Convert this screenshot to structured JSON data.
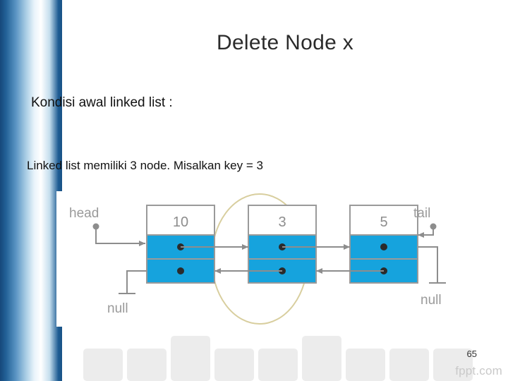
{
  "slide": {
    "title": "Delete Node x",
    "line1": "Kondisi awal linked list :",
    "line2": "Linked list memiliki 3 node. Misalkan key = 3",
    "page_number": "65",
    "watermark": "fppt.com"
  },
  "diagram": {
    "head_label": "head",
    "tail_label": "tail",
    "null_left_label": "null",
    "null_right_label": "null",
    "nodes": [
      {
        "value": "10"
      },
      {
        "value": "3"
      },
      {
        "value": "5"
      }
    ],
    "highlight_shape": "ellipse-around-node-3",
    "colors": {
      "node_fill": "#16a3dd",
      "node_border": "#9a9a9a",
      "label_text": "#9a9a9a",
      "highlight": "#d8d0a0"
    }
  },
  "theme": {
    "band_dark_blue": "#15487a",
    "band_light_blue": "#a9cde4",
    "title_color": "#2b2b2b",
    "key_grey": "#ececec"
  }
}
